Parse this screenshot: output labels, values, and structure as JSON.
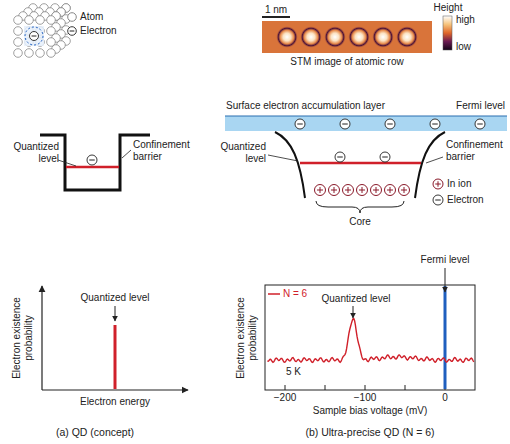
{
  "diagram": {
    "labels": [
      "1 nm",
      "Height",
      "high",
      "low",
      "STM image of atomic row",
      "Quantized level",
      "Confinement barrier",
      "Surface electron accumulation layer",
      "Fermi level",
      "Quantized level",
      "Confinement barrier",
      "Core",
      "Quantized level",
      "Electron existence probability",
      "Electron energy",
      "N = 6",
      "Quantized level",
      "Fermi level",
      "5 K",
      "Electron existence probability",
      "−200",
      "−100",
      "0",
      "Sample bias voltage (mV)",
      "(a) QD (concept)",
      "(b) Ultra-precise QD (N = 6)"
    ],
    "legend": [
      {
        "text": "Atom"
      },
      {
        "text": "Electron"
      },
      {
        "text": "In ion"
      },
      {
        "text": "Electron"
      }
    ]
  }
}
